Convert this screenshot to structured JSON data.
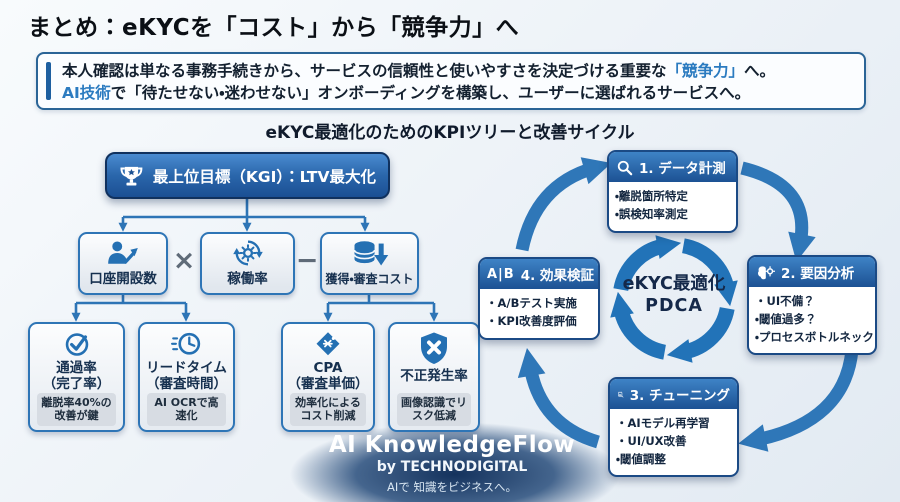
{
  "title": "まとめ：eKYCを「コスト」から「競争力」へ",
  "summary": {
    "line1": {
      "pre": "本人確認は単なる事務手続きから、サービスの信頼性と使いやすさを決定づける重要な",
      "highlight": "「競争力」",
      "post": "へ。"
    },
    "line2": {
      "highlight": "AI技術",
      "post": "で「待たせない・迷わせない」オンボーディングを構築し、ユーザーに選ばれるサービスへ。"
    }
  },
  "diagram_title": "eKYC最適化のためのKPIツリーと改善サイクル",
  "kpi_tree": {
    "kgi": {
      "label": "最上位目標（KGI）：LTV最大化",
      "icon": "trophy-icon"
    },
    "multiply_operator": "×",
    "minus_operator": "−",
    "factors": [
      {
        "label": "口座開設数",
        "icon": "user-growth-icon"
      },
      {
        "label": "稼働率",
        "icon": "gear-cycle-icon"
      },
      {
        "label": "獲得・審査コスト",
        "icon": "coins-down-icon"
      }
    ],
    "leaves": [
      {
        "label": "通過率",
        "sublabel": "（完了率）",
        "note": "離脱率40%の改善が鍵",
        "icon": "check-circle-icon"
      },
      {
        "label": "リードタイム",
        "sublabel": "（審査時間）",
        "note": "AI OCRで高速化",
        "icon": "speed-clock-icon"
      },
      {
        "label": "CPA",
        "sublabel": "（審査単価）",
        "note": "効率化によるコスト削減",
        "icon": "price-tag-icon"
      },
      {
        "label": "不正発生率",
        "sublabel": "",
        "note": "画像認識でリスク低減",
        "icon": "shield-x-icon"
      }
    ]
  },
  "cycle": {
    "center": {
      "line1": "eKYC最適化",
      "line2": "PDCA"
    },
    "steps": [
      {
        "title": "1. データ計測",
        "icon": "magnifier-icon",
        "bullets": [
          "離脱箇所特定",
          "誤検知率測定"
        ]
      },
      {
        "title": "2. 要因分析",
        "icon": "brain-gear-icon",
        "bullets": [
          "UI不備？",
          "閾値過多？",
          "プロセスボトルネック"
        ]
      },
      {
        "title": "3. チューニング",
        "icon": "ai-chip-icon",
        "bullets": [
          "AIモデル再学習",
          "UI/UX改善",
          "閾値調整"
        ]
      },
      {
        "title": "4. 効果検証",
        "icon": "ab-test-icon",
        "icon_label": "A|B",
        "bullets": [
          "A/Bテスト実施",
          "KPI改善度評価"
        ]
      }
    ]
  },
  "footer": {
    "brand": "AI KnowledgeFlow",
    "byline": "by TECHNODIGITAL",
    "tagline": "AIで 知識をビジネスへ。"
  },
  "colors": {
    "accent_blue": "#2e75b6",
    "header_blue_light": "#3e83c6",
    "header_blue_dark": "#1c5193",
    "highlight_text": "#2b7bc0",
    "navy_text": "#16304f",
    "footer_glow": "#123a6e"
  }
}
